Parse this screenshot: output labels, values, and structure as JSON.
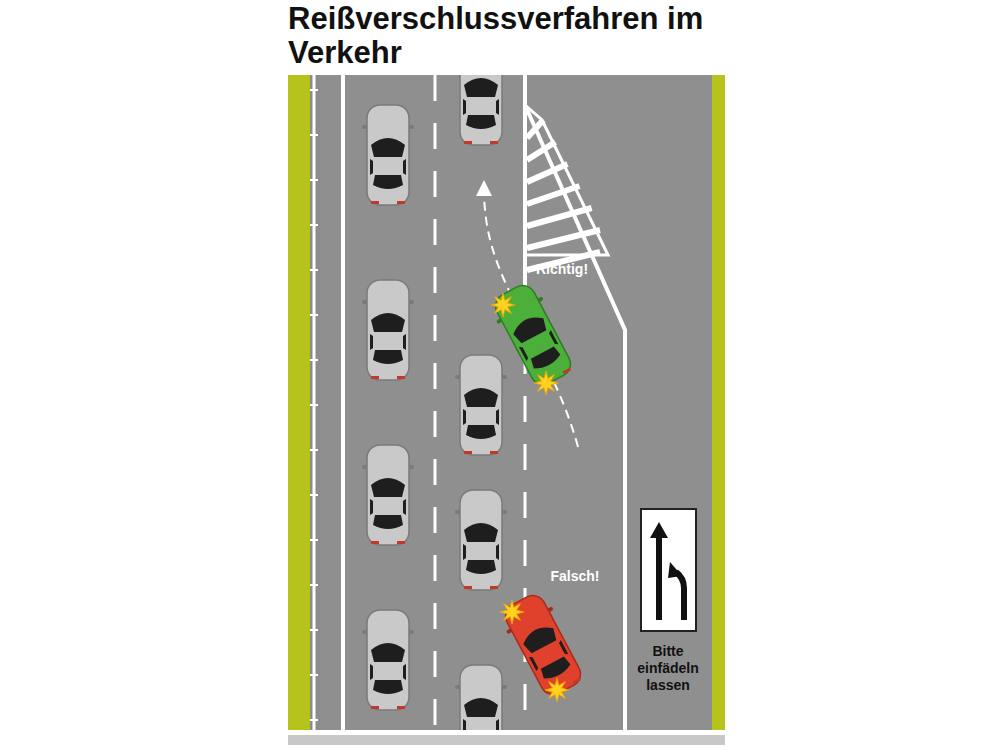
{
  "diagram": {
    "title": "Reißverschlussverfahren im Verkehr",
    "labels": [
      "Richtig!",
      "Falsch!",
      "Bitte einfädeln lassen"
    ]
  }
}
